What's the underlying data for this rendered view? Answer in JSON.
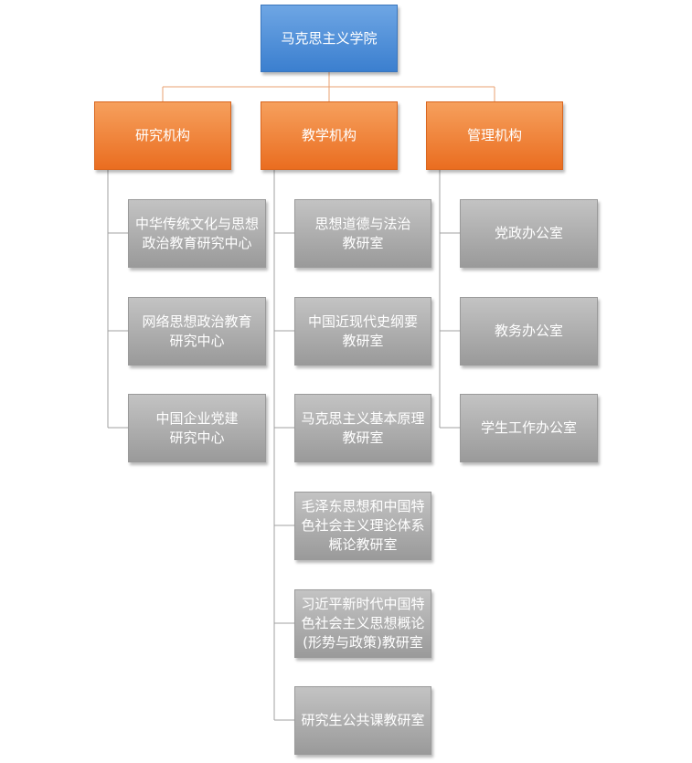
{
  "org_chart": {
    "root": {
      "label": "马克思主义学院"
    },
    "branches": [
      {
        "label": "研究机构",
        "children": [
          "中华传统文化与思想\n政治教育研究中心",
          "网络思想政治教育\n研究中心",
          "中国企业党建\n研究中心"
        ]
      },
      {
        "label": "教学机构",
        "children": [
          "思想道德与法治\n教研室",
          "中国近现代史纲要\n教研室",
          "马克思主义基本原理\n教研室",
          "毛泽东思想和中国特\n色社会主义理论体系\n概论教研室",
          "习近平新时代中国特\n色社会主义思想概论\n(形势与政策)教研室",
          "研究生公共课教研室"
        ]
      },
      {
        "label": "管理机构",
        "children": [
          "党政办公室",
          "教务办公室",
          "学生工作办公室"
        ]
      }
    ],
    "colors": {
      "root": "#4a8ad8",
      "category": "#ef7b2c",
      "leaf": "#a9a9a9",
      "connector_top": "#e8a070",
      "connector_tree": "#a0a0a0"
    }
  }
}
